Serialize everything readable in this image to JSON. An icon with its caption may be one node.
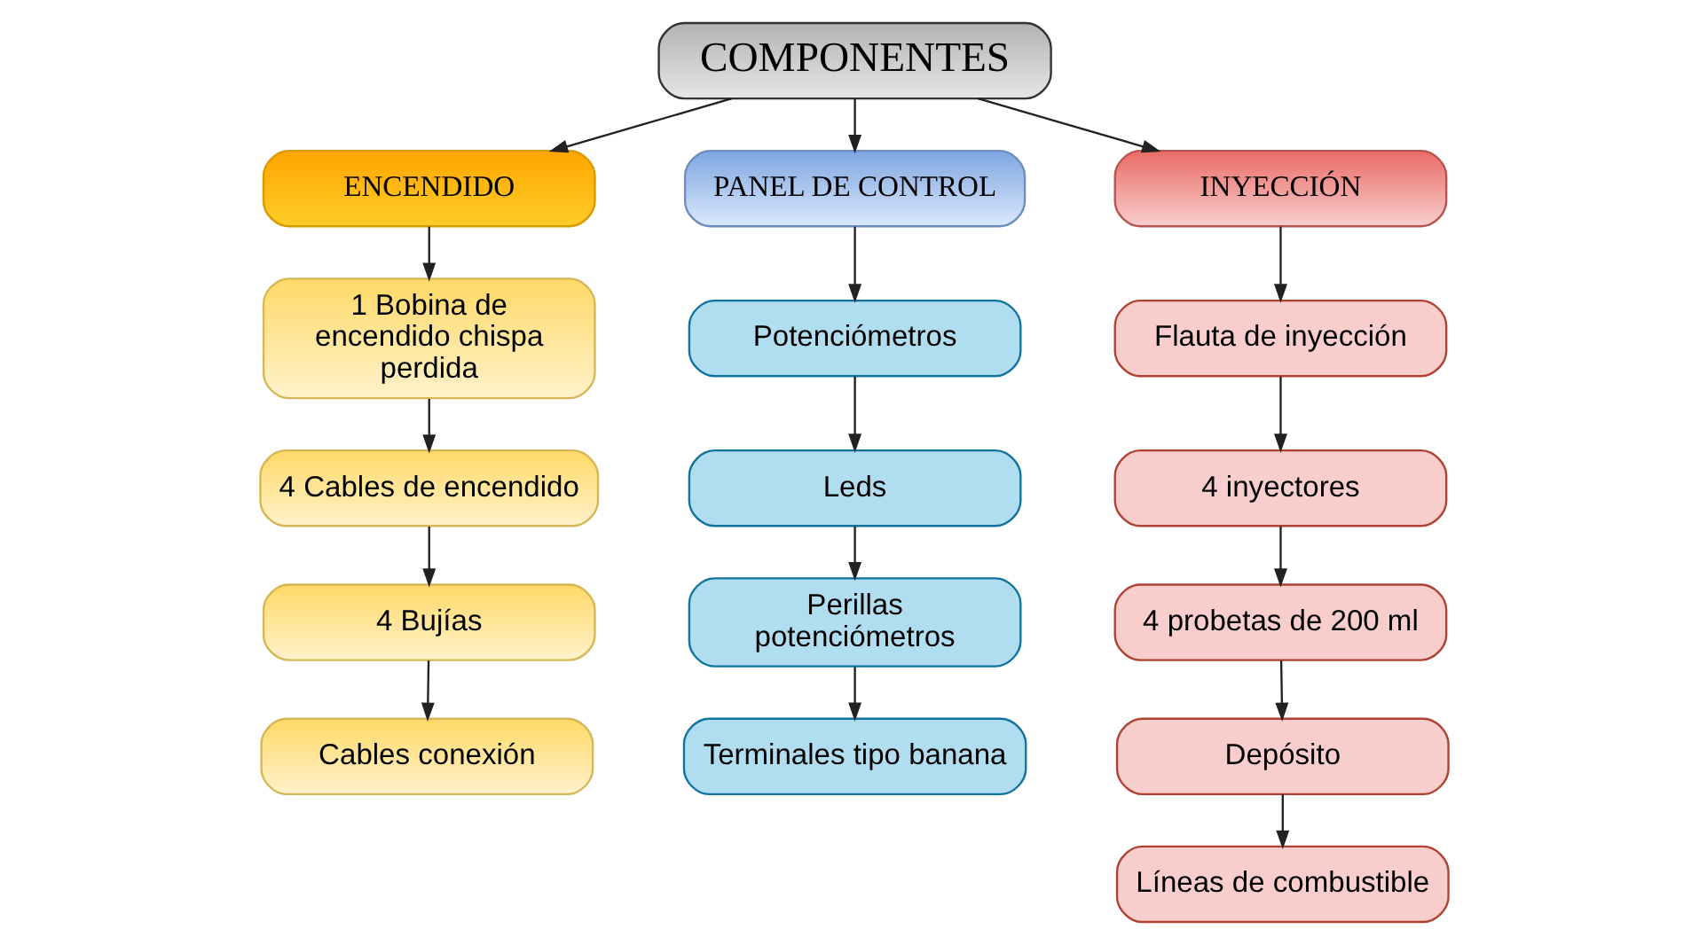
{
  "diagram": {
    "nodes": [
      {
        "text": [
          "COMPONENTES"
        ]
      },
      {
        "text": [
          "ENCENDIDO"
        ]
      },
      {
        "text": [
          "PANEL DE CONTROL"
        ]
      },
      {
        "text": [
          "INYECCIÓN"
        ]
      },
      {
        "text": [
          "1 Bobina de encendido chispa perdida"
        ]
      },
      {
        "text": [
          "4 Cables de encendido"
        ]
      },
      {
        "text": [
          "4 Bujías"
        ]
      },
      {
        "text": [
          "Cables conexión"
        ]
      },
      {
        "text": [
          "Potenciómetros"
        ]
      },
      {
        "text": [
          "Leds"
        ]
      },
      {
        "text": [
          "Perillas potenciómetros"
        ]
      },
      {
        "text": [
          "Terminales tipo banana"
        ]
      },
      {
        "text": [
          "Flauta de inyección"
        ]
      },
      {
        "text": [
          "4 inyectores"
        ]
      },
      {
        "text": [
          "4 probetas de 200 ml"
        ]
      },
      {
        "text": [
          "Depósito"
        ]
      },
      {
        "text": [
          "Líneas de combustible"
        ]
      }
    ],
    "edges": [
      {
        "from": 0,
        "to": 1,
        "arrow": "to"
      },
      {
        "from": 0,
        "to": 2,
        "arrow": "to"
      },
      {
        "from": 0,
        "to": 3,
        "arrow": "to"
      },
      {
        "from": 1,
        "to": 4,
        "arrow": "to"
      },
      {
        "from": 4,
        "to": 5,
        "arrow": "to"
      },
      {
        "from": 5,
        "to": 6,
        "arrow": "to"
      },
      {
        "from": 6,
        "to": 7,
        "arrow": "to"
      },
      {
        "from": 2,
        "to": 8,
        "arrow": "to"
      },
      {
        "from": 8,
        "to": 9,
        "arrow": "to"
      },
      {
        "from": 9,
        "to": 10,
        "arrow": "to"
      },
      {
        "from": 10,
        "to": 11,
        "arrow": "to"
      },
      {
        "from": 3,
        "to": 12,
        "arrow": "to"
      },
      {
        "from": 12,
        "to": 13,
        "arrow": "to"
      },
      {
        "from": 13,
        "to": 14,
        "arrow": "to"
      },
      {
        "from": 14,
        "to": 15,
        "arrow": "to"
      },
      {
        "from": 15,
        "to": 16,
        "arrow": "to"
      }
    ]
  }
}
